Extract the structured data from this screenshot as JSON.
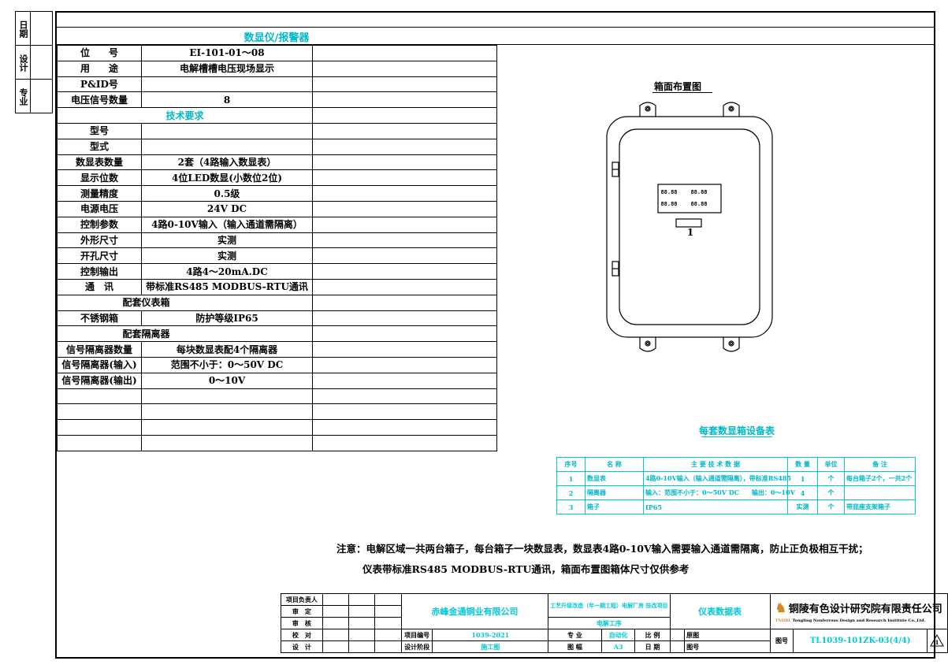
{
  "side_labels": [
    "日期",
    "设计",
    "专业"
  ],
  "doc_title": "数显仪/报警器",
  "spec_rows": [
    {
      "label": "位　　号",
      "value": "EI-101-01～08"
    },
    {
      "label": "用　　途",
      "value": "电解槽槽电压现场显示"
    },
    {
      "label": "P&ID号",
      "value": ""
    },
    {
      "label": "电压信号数量",
      "value": "8"
    },
    {
      "section": "技术要求"
    },
    {
      "label": "型号",
      "value": ""
    },
    {
      "label": "型式",
      "value": ""
    },
    {
      "label": "数显表数量",
      "value": "2套（4路输入数显表）"
    },
    {
      "label": "显示位数",
      "value": "4位LED数显(小数位2位)"
    },
    {
      "label": "测量精度",
      "value": "0.5级"
    },
    {
      "label": "电源电压",
      "value": "24V DC"
    },
    {
      "label": "控制参数",
      "value": "4路0-10V输入（输入通道需隔离）"
    },
    {
      "label": "外形尺寸",
      "value": "实测"
    },
    {
      "label": "开孔尺寸",
      "value": "实测"
    },
    {
      "label": "控制输出",
      "value": "4路4～20mA.DC"
    },
    {
      "label": "通　讯",
      "value": "带标准RS485 MODBUS-RTU通讯"
    },
    {
      "section_left": "配套仪表箱"
    },
    {
      "label": "不锈钢箱",
      "value": "防护等级IP65"
    },
    {
      "section_left": "配套隔离器"
    },
    {
      "label": "信号隔离器数量",
      "value": "每块数显表配4个隔离器"
    },
    {
      "label": "信号隔离器(输入)",
      "value": "范围不小于：0～50V DC"
    },
    {
      "label": "信号隔离器(输出)",
      "value": "0～10V"
    },
    {
      "label": "",
      "value": ""
    },
    {
      "label": "",
      "value": ""
    },
    {
      "label": "",
      "value": ""
    },
    {
      "label": "",
      "value": ""
    }
  ],
  "layout_title": "箱面布置图",
  "panel_readings": [
    "88.88",
    "88.88",
    "88.88",
    "88.88"
  ],
  "panel_label": "1",
  "equip_title": "每套数显箱设备表",
  "equip_headers": [
    "序号",
    "名 称",
    "主 要 技 术 数 据",
    "数 量",
    "单位",
    "备 注"
  ],
  "equip_rows": [
    [
      "1",
      "数显表",
      "4路0-10V输入（输入通道需隔离），带标准RS485",
      "1",
      "个",
      "每台箱子2个，一共2个"
    ],
    [
      "2",
      "隔离器",
      "输入：范围不小于：0～50V DC　　输出：0～10V",
      "4",
      "个",
      ""
    ],
    [
      "3",
      "箱子",
      "IP65",
      "实测",
      "个",
      "带底座支架箱子"
    ]
  ],
  "note_line1": "注意：电解区域一共两台箱子，每台箱子一块数显表，数显表4路0-10V输入需要输入通道需隔离，防止正负极相互干扰；",
  "note_line2": "仪表带标准RS485 MODBUS-RTU通讯，箱面布置图箱体尺寸仅供参考",
  "titleblock": {
    "roles": [
      "项目负责人",
      "审　定",
      "审　核",
      "校　对",
      "设　计"
    ],
    "client": "赤峰金通铜业有限公司",
    "project": "工艺升级改造（年一期工程）电解厂房 技改项目",
    "stage_label": "电解工序",
    "drawing_name": "仪表数据表",
    "proj_no_label": "项目编号",
    "proj_no": "1039-2021",
    "design_stage_label": "设计阶段",
    "design_stage": "施工图",
    "discipline_label": "专 业",
    "discipline": "自动化",
    "scale_label": "比 例",
    "size_label": "图 幅",
    "size": "A3",
    "date_label": "日 期",
    "orig_label": "原图",
    "fig_label": "图号",
    "company_cn": "铜陵有色设计研究院有限责任公司",
    "company_en": "Tongling Nonferrous Design and Research Institute Co.,Ltd.",
    "logo_text": "TNDRI",
    "drawing_no_label": "图号",
    "drawing_no": "TL1039-101ZK-03(4/4)",
    "rev": "1"
  }
}
